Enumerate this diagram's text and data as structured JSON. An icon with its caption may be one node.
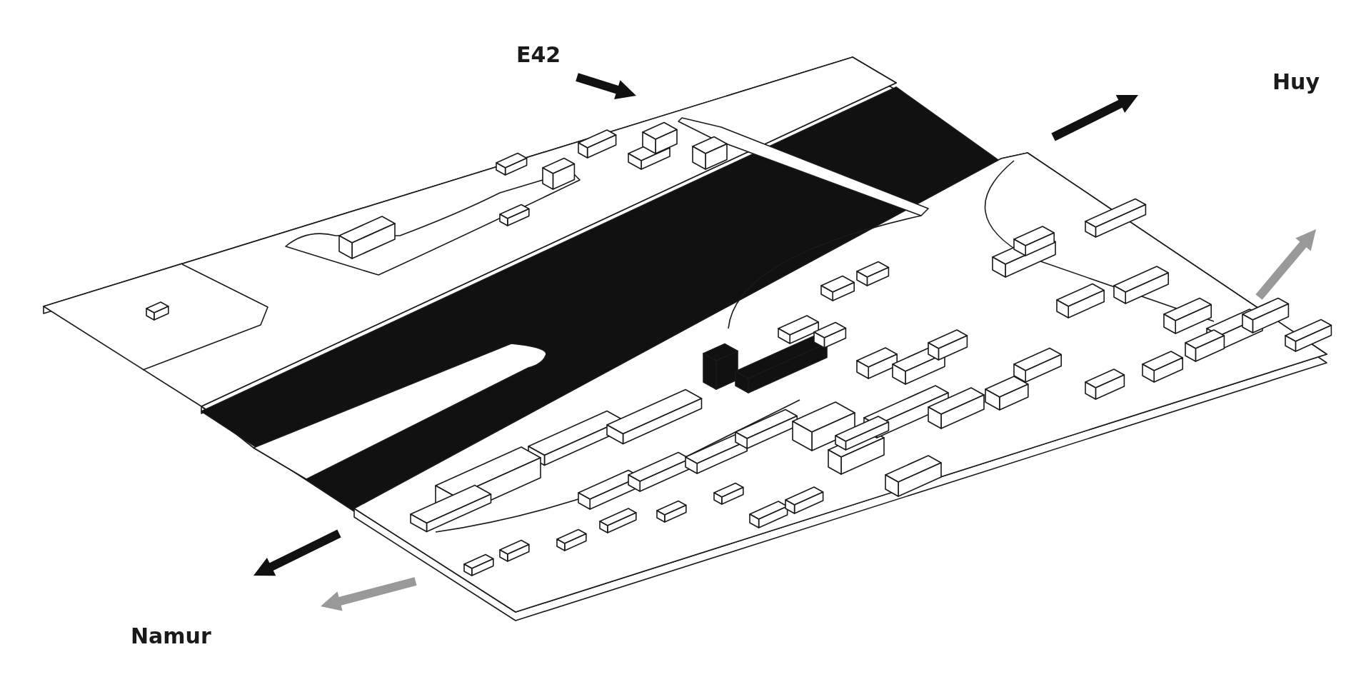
{
  "diagram": {
    "labels": [
      "E42",
      "Huy",
      "Namur"
    ]
  }
}
